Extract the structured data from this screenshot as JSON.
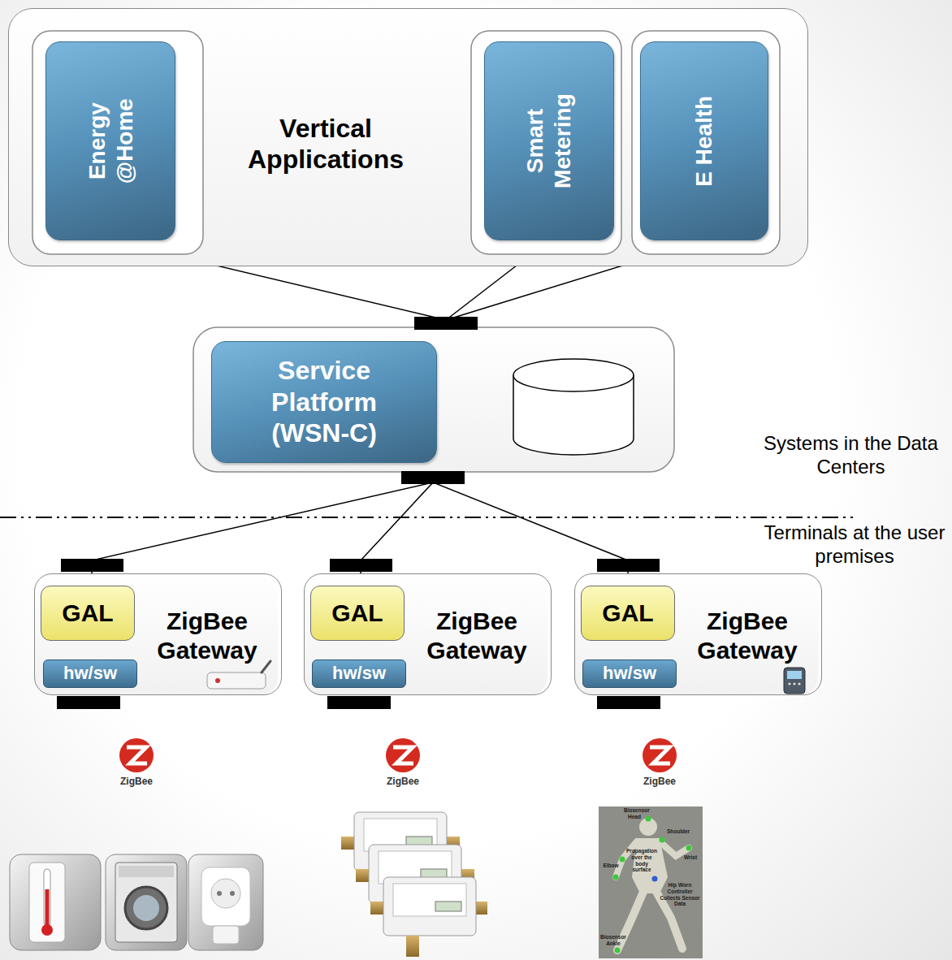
{
  "diagram": {
    "nodes": [
      {
        "text": [
          "Vertical Applications"
        ]
      },
      {
        "text": [
          "Energy @Home"
        ],
        "in": 0
      },
      {
        "text": [
          "Smart Metering"
        ],
        "in": 0
      },
      {
        "text": [
          "E Health"
        ],
        "in": 0
      },
      {
        "text": [
          "Service Platform (WSN-C)"
        ]
      },
      {
        "text": [
          "ZigBee Gateway"
        ]
      },
      {
        "text": [
          "GAL"
        ],
        "in": 5
      },
      {
        "text": [
          "hw/sw"
        ],
        "in": 5
      },
      {
        "text": [
          "ZigBee Gateway"
        ]
      },
      {
        "text": [
          "GAL"
        ],
        "in": 8
      },
      {
        "text": [
          "hw/sw"
        ],
        "in": 8
      },
      {
        "text": [
          "ZigBee Gateway"
        ]
      },
      {
        "text": [
          "GAL"
        ],
        "in": 11
      },
      {
        "text": [
          "hw/sw"
        ],
        "in": 11
      }
    ],
    "edges": [
      {
        "from": 1,
        "to": 4,
        "arrow": "none"
      },
      {
        "from": 2,
        "to": 4,
        "arrow": "none"
      },
      {
        "from": 3,
        "to": 4,
        "arrow": "none"
      },
      {
        "from": 4,
        "to": 5,
        "arrow": "none"
      },
      {
        "from": 4,
        "to": 8,
        "arrow": "none"
      },
      {
        "from": 4,
        "to": 11,
        "arrow": "none"
      }
    ],
    "labels": [
      "Systems in the Data Centers",
      "Terminals at the user premises",
      "ZigBee",
      "ZigBee",
      "ZigBee",
      "Biosensor Head",
      "Shoulder",
      "Elbow",
      "Wrist",
      "Propagation over the body surface",
      "Hip Worn Controller Collects Sensor Data",
      "Biosensor Ankle"
    ]
  }
}
